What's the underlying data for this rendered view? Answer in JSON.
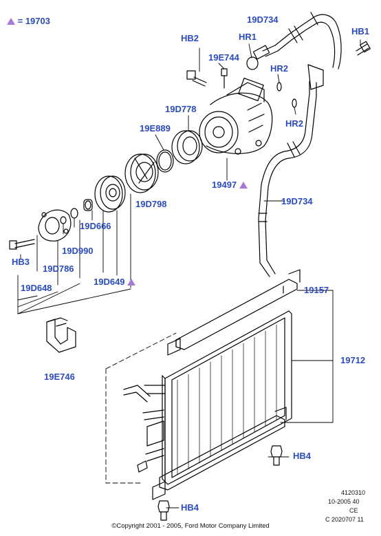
{
  "legend": {
    "equals_text": "= 19703",
    "marker_color": "#a77ad6"
  },
  "labels": {
    "19D734_top": "19D734",
    "HB2": "HB2",
    "HR1": "HR1",
    "HB1": "HB1",
    "19E744": "19E744",
    "HR2_a": "HR2",
    "HR2_b": "HR2",
    "19D778": "19D778",
    "19E889": "19E889",
    "19497": "19497",
    "19D734_mid": "19D734",
    "19D798": "19D798",
    "19D666": "19D666",
    "19D990": "19D990",
    "HB3": "HB3",
    "19D786": "19D786",
    "19D648": "19D648",
    "19D649": "19D649",
    "19157": "19157",
    "19712": "19712",
    "19E746": "19E746",
    "HB4_a": "HB4",
    "HB4_b": "HB4"
  },
  "label_color": "#2b4bbd",
  "reference": {
    "line1": "4120310",
    "line2": "10-2005 40",
    "line3": "CE",
    "line4": "C 2020707 11"
  },
  "copyright": "©Copyright 2001 - 2005, Ford Motor Company Limited"
}
